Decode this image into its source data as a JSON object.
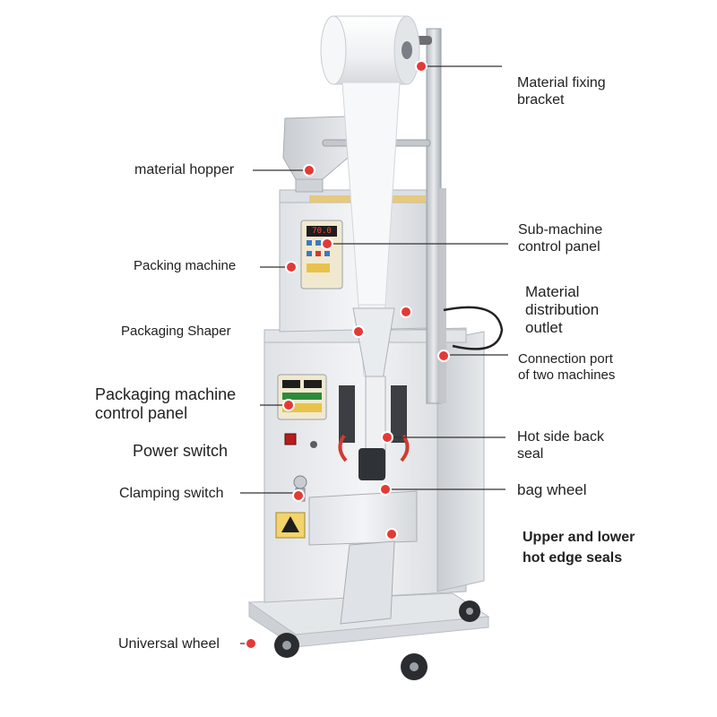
{
  "labels": {
    "material_fixing_bracket": [
      "Material fixing",
      "bracket"
    ],
    "material_hopper": "material hopper",
    "sub_machine_control_panel": [
      "Sub-machine",
      "control panel"
    ],
    "packing_machine": "Packing machine",
    "material_distribution_outlet": [
      "Material",
      "distribution",
      "outlet"
    ],
    "packaging_shaper": "Packaging Shaper",
    "connection_port": [
      "Connection port",
      "of two machines"
    ],
    "packaging_machine_control_panel": [
      "Packaging machine",
      "control panel"
    ],
    "hot_side_back_seal": [
      "Hot side back",
      "seal"
    ],
    "power_switch": "Power switch",
    "clamping_switch": "Clamping switch",
    "bag_wheel": "bag wheel",
    "upper_lower_hot_edge_seals": [
      "Upper and lower",
      "hot edge seals"
    ],
    "universal_wheel": "Universal wheel"
  },
  "panel_display": "70.0",
  "colors": {
    "marker": "#e53935",
    "steel_light": "#e9ebee",
    "steel_mid": "#cfd3d8",
    "steel_dark": "#9aa0a7",
    "leader": "#333333"
  }
}
